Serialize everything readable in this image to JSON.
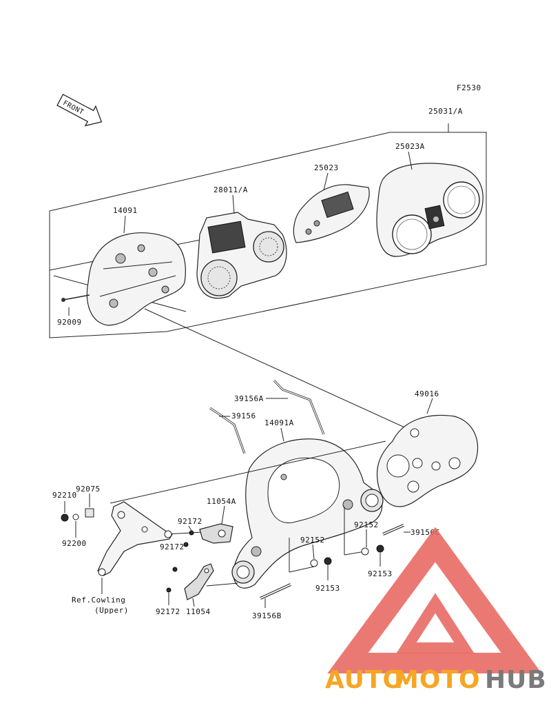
{
  "diagram": {
    "figure_code": "F2530",
    "front_indicator": "FRONT",
    "labels": {
      "assembly": "25031/A",
      "meter_case": "25023A",
      "meter_inner": "25023",
      "meter_unit": "28011/A",
      "meter_cover": "14091",
      "screw_92009": "92009",
      "bracket_39156A": "39156A",
      "bracket_39156": "39156",
      "pad_49016": "49016",
      "cover_14091A": "14091A",
      "nut_92210": "92210",
      "collar_92075": "92075",
      "bracket_11054A": "11054A",
      "washer_92200": "92200",
      "bolt_92172_a": "92172",
      "bolt_92172_b": "92172",
      "bolt_92172_c": "92172",
      "bracket_11054": "11054",
      "grommet_92152_a": "92152",
      "grommet_92152_b": "92152",
      "strip_39156C": "39156C",
      "bolt_92153_a": "92153",
      "bolt_92153_b": "92153",
      "strip_39156B": "39156B",
      "ref_line1": "Ref.Cowling",
      "ref_line2": "(Upper)"
    }
  },
  "watermark": {
    "text_auto": "AUTO",
    "text_moto": "MOTO",
    "text_hub": "HUB",
    "colors": {
      "red": "#e8615a",
      "orange": "#f5a623",
      "gray": "#7a7a7a"
    }
  }
}
